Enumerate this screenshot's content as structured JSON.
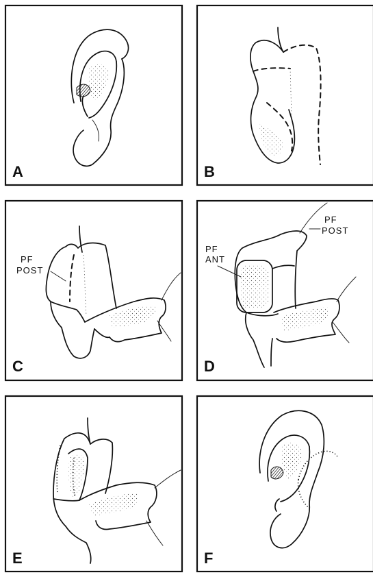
{
  "panels": [
    {
      "letter": "A",
      "callouts": []
    },
    {
      "letter": "B",
      "callouts": []
    },
    {
      "letter": "C",
      "callouts": [
        "PF",
        "POST"
      ]
    },
    {
      "letter": "D",
      "callouts": [
        "PF",
        "ANT",
        "PF",
        "POST"
      ]
    },
    {
      "letter": "E",
      "callouts": []
    },
    {
      "letter": "F",
      "callouts": []
    }
  ]
}
